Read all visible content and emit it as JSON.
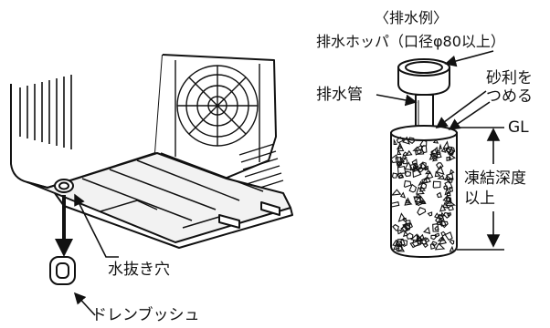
{
  "header": {
    "example_title": "〈排水例〉"
  },
  "hopper": {
    "label": "排水ホッパ（口径φ80以上）"
  },
  "pipe": {
    "label": "排水管"
  },
  "gravel": {
    "label_line1": "砂利を",
    "label_line2": "つめる"
  },
  "ground": {
    "label": "GL"
  },
  "depth": {
    "label_line1": "凍結深度",
    "label_line2": "以上"
  },
  "unit": {
    "drain_hole_label": "水抜き穴",
    "bushing_label": "ドレンブッシュ"
  },
  "icons": {
    "arrow": "arrow-down-icon",
    "leader": "leader-arrow-icon"
  },
  "colors": {
    "line": "#111111",
    "background": "#ffffff",
    "unit_shade": "#f2f2f2"
  }
}
